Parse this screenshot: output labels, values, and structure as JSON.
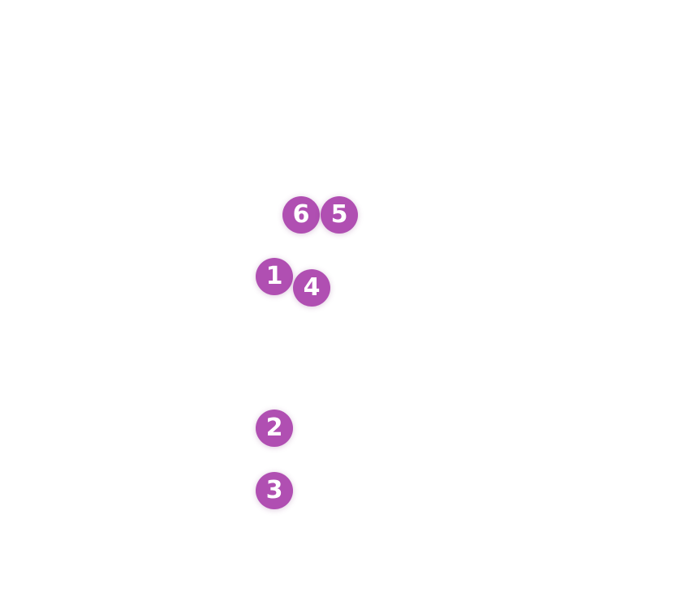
{
  "markers": [
    {
      "label": "1"
    },
    {
      "label": "2"
    },
    {
      "label": "3"
    },
    {
      "label": "4"
    },
    {
      "label": "5"
    },
    {
      "label": "6"
    }
  ],
  "colors": {
    "marker_fill": "#b04fb2",
    "marker_text": "#ffffff",
    "background": "#ffffff"
  }
}
